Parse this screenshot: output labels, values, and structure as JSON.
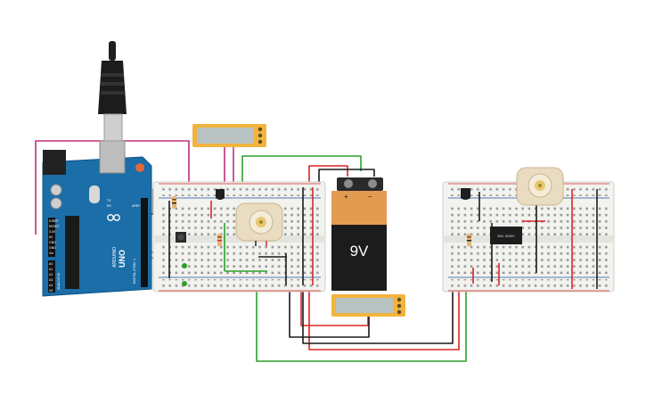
{
  "arduino": {
    "brand": "UNO",
    "maker": "ARDUINO",
    "digital_header": "DIGITAL (PWM ~)",
    "analog_header": "ANALOG IN",
    "power_labels": [
      "IOREF",
      "RESET",
      "3.3V",
      "5V",
      "GND",
      "GND",
      "Vin"
    ],
    "analog_pins": [
      "A0",
      "A1",
      "A2",
      "A3",
      "A4",
      "A5"
    ],
    "aref": "AREF",
    "tx": "TX",
    "rx": "RX"
  },
  "battery": {
    "voltage_label": "9V",
    "plus": "+",
    "minus": "−"
  },
  "relay": {
    "part_label": "SRD-05VDC"
  },
  "colors": {
    "breadboard": "#f2f2ee",
    "arduino_blue": "#1b6ea8",
    "battery_orange": "#e39b52",
    "battery_black": "#1c1c1c",
    "wire_red": "#d92626",
    "wire_black": "#1a1a1a",
    "wire_green": "#2aa12a",
    "wire_magenta": "#c0307d",
    "display_yellow": "#f2b43c",
    "motor_tan": "#e9dcc0"
  },
  "icons": [
    "usb-plug-icon",
    "dc-motor-icon",
    "transistor-icon",
    "lcd-module-icon",
    "relay-icon",
    "resistor-icon",
    "pushbutton-icon"
  ]
}
